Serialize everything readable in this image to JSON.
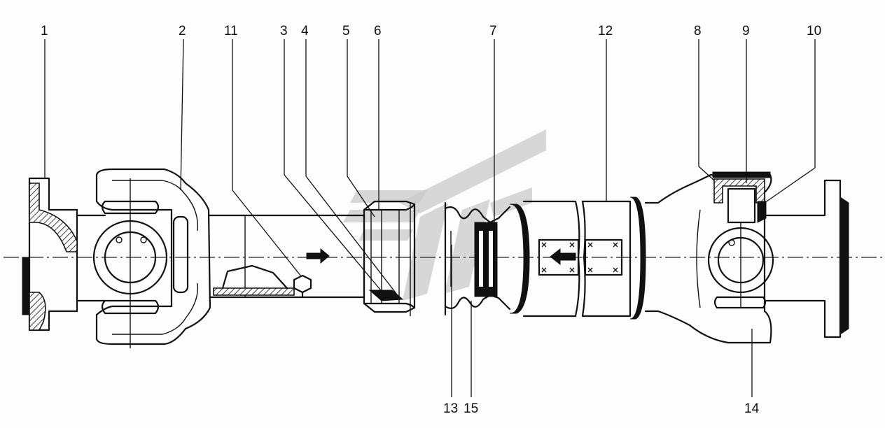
{
  "callouts": {
    "c1": "1",
    "c2": "2",
    "c3": "3",
    "c4": "4",
    "c5": "5",
    "c6": "6",
    "c7": "7",
    "c8": "8",
    "c9": "9",
    "c10": "10",
    "c11": "11",
    "c12": "12",
    "c13": "13",
    "c14": "14",
    "c15": "15"
  },
  "colors": {
    "ink": "#111111",
    "paper": "#fdfdfd",
    "watermark": "#c9c9c9"
  }
}
